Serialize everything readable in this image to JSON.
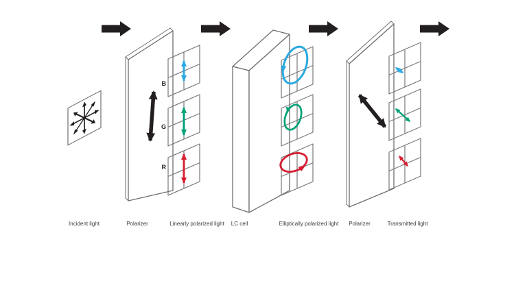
{
  "diagram": {
    "stage_labels": {
      "incident_light": "Incident light",
      "polarizer_1": "Polarizer",
      "linearly_polarized_light": "Linearly polarized light",
      "lc_cell": "LC cell",
      "elliptically_polarized_light": "Elliptically polarized light",
      "polarizer_2": "Polarizer",
      "transmitted_light": "Transmitted light"
    },
    "channel_labels": {
      "blue": "B",
      "green": "G",
      "red": "R"
    },
    "colors": {
      "blue_channel": "#2aa9e0",
      "green_channel": "#00a277",
      "red_channel": "#d61f33",
      "arrow_black": "#231f20",
      "outline_gray": "#6d6e71",
      "background": "#ffffff"
    },
    "icons": {
      "flow_arrows": "right-arrow",
      "incident_starburst": "unpolarized-light-radial-arrows",
      "polarizer_1_axis": "vertical-double-arrow",
      "polarizer_2_axis": "diagonal-double-arrow",
      "elliptical_marks": "rotation-ellipse-arrow",
      "transmitted_marks": "diagonal-double-arrow"
    }
  }
}
